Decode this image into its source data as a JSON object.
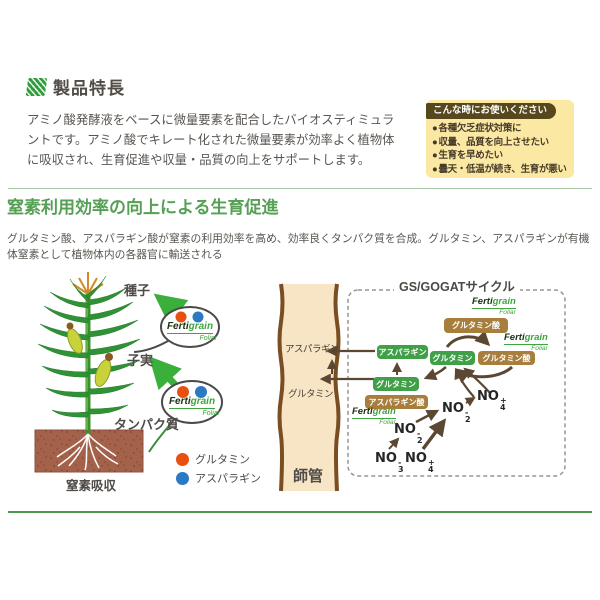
{
  "colors": {
    "accent_green": "#55a055",
    "heading_text": "#514c46",
    "body_text": "#5a5550",
    "info_box_bg": "#fbe8a3",
    "info_box_header_bg": "#57471d",
    "soil": "#a5624b",
    "phloem_fill": "#f7e5c6",
    "phloem_border": "#7a4e21",
    "cycle_green_box": "#3fa048",
    "cycle_brown_box": "#a87e3c",
    "cycle_arrow": "#5c4733",
    "plant_arrow_green": "#3baf3c",
    "glutamine_dot": "#e8500f",
    "asparagine_dot": "#2b78c5"
  },
  "features": {
    "title": "製品特長",
    "body": "アミノ酸発酵液をベースに微量要素を配合したバイオスティミュラントです。アミノ酸でキレート化された微量要素が効率よく植物体に吸収され、生育促進や収量・品質の向上をサポートします。"
  },
  "use_box": {
    "header": "こんな時にお使いください",
    "bullet": "●",
    "items": [
      "各種欠乏症状対策に",
      "収量、品質を向上させたい",
      "生育を早めたい",
      "曇天・低温が続き、生育が悪い"
    ]
  },
  "nitrogen_section": {
    "title": "窒素利用効率の向上による生育促進",
    "body": "グルタミン酸、アスパラギン酸が窒素の利用効率を高め、効率良くタンパク質を合成。グルタミン、アスパラギンが有機体窒素として植物体内の各器官に輸送される"
  },
  "plant": {
    "labels": {
      "seed": "種子",
      "grain": "子実",
      "protein": "タンパク質",
      "absorption": "窒素吸収"
    },
    "legend": [
      {
        "label": "グルタミン",
        "color": "#e8500f"
      },
      {
        "label": "アスパラギン",
        "color": "#2b78c5"
      }
    ]
  },
  "logo": {
    "part1": "Ferti",
    "part2": "grain",
    "part3": "Foliar"
  },
  "phloem": {
    "asparagine": "アスパラギン",
    "glutamine": "グルタミン",
    "name": "師管"
  },
  "cycle": {
    "title": "GS/GOGATサイクル",
    "boxes": {
      "glutamic_top": "グルタミン酸",
      "glutamine_mid": "グルタミン",
      "glutamic_right": "グルタミン酸",
      "asparagine": "アスパラギン",
      "glutamine_low": "グルタミン",
      "aspartic": "アスパラギン酸"
    },
    "compounds": {
      "nh4_top": {
        "base": "NO",
        "charge": "+",
        "num": "4"
      },
      "no2_mid": {
        "base": "NO",
        "charge": "-",
        "num": "2"
      },
      "no2_low": {
        "base": "NO",
        "charge": "-",
        "num": "2"
      },
      "no3_bottom": {
        "base": "NO",
        "charge": "-",
        "num": "3"
      },
      "nh4_bottom": {
        "base": "NO",
        "charge": "+",
        "num": "4"
      }
    }
  }
}
